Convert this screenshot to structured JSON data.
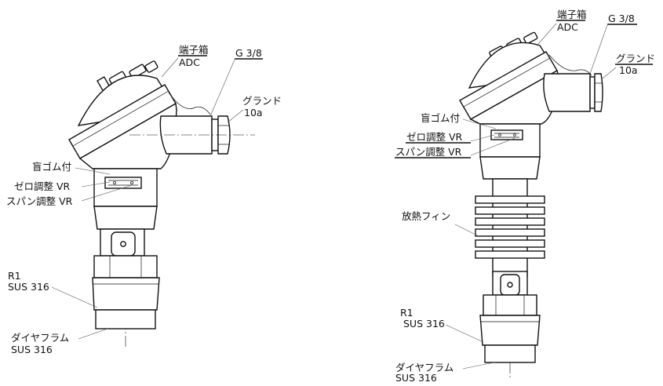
{
  "left": {
    "terminal_box": "端子箱",
    "terminal_material": "ADC",
    "thread": "G 3/8",
    "gland": "グランド",
    "gland_size": "10a",
    "blind_rubber": "盲ゴム付",
    "zero_adjust": "ゼロ調整 VR",
    "span_adjust": "スパン調整 VR",
    "r1": "R1",
    "r1_material": "SUS 316",
    "diaphragm": "ダイヤフラム",
    "diaphragm_material": "SUS 316"
  },
  "right": {
    "terminal_box": "端子箱",
    "terminal_material": "ADC",
    "thread": "G 3/8",
    "gland": "グランド",
    "gland_size": "10a",
    "blind_rubber": "盲ゴム付",
    "zero_adjust": "ゼロ調整 VR",
    "span_adjust": "スパン調整 VR",
    "cooling_fin": "放熱フィン",
    "r1": "R1",
    "r1_material": "SUS 316",
    "diaphragm": "ダイヤフラム",
    "diaphragm_material": "SUS 316"
  }
}
